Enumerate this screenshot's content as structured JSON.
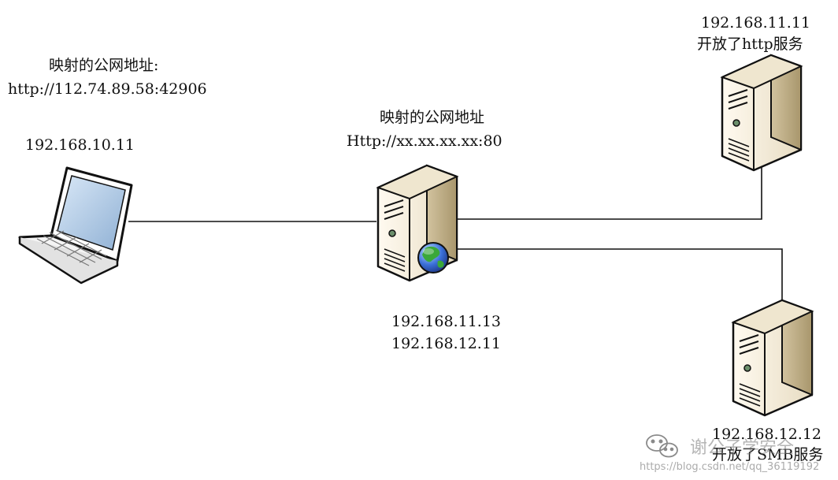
{
  "laptop": {
    "mapped_title": "映射的公网地址:",
    "mapped_url": "http://112.74.89.58:42906",
    "ip": "192.168.10.11"
  },
  "gateway": {
    "mapped_title": "映射的公网地址",
    "mapped_url": "Http://xx.xx.xx.xx:80",
    "ip1": "192.168.11.13",
    "ip2": "192.168.12.11"
  },
  "server_http": {
    "ip": "192.168.11.11",
    "service": "开放了http服务"
  },
  "server_smb": {
    "ip": "192.168.12.12",
    "service": "开放了SMB服务"
  },
  "watermark": {
    "account": "谢公子学安全",
    "url": "https://blog.csdn.net/qq_36119192"
  },
  "icons": [
    "laptop-icon",
    "server-icon",
    "globe-icon",
    "wechat-icon"
  ]
}
